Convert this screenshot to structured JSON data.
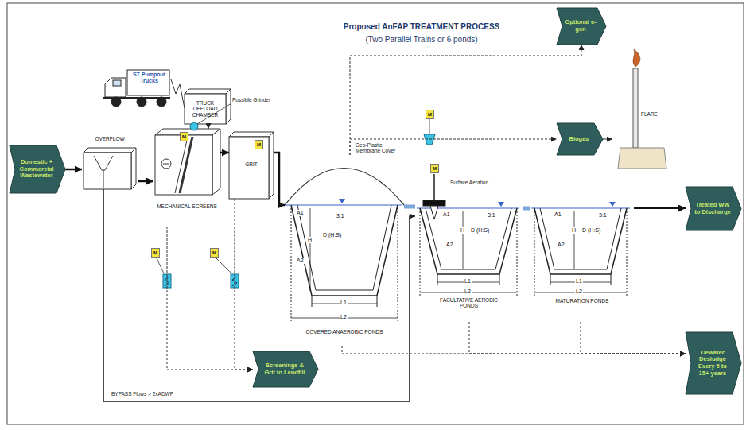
{
  "diagram": {
    "title": "Proposed AnFAP TREATMENT PROCESS",
    "nodes": [
      {
        "text": [
          "Domestic + Commercial Wastewater"
        ]
      },
      {
        "text": [
          "ST Pumpout Trucks"
        ]
      },
      {
        "text": [
          "OVERFLOW"
        ]
      },
      {
        "text": [
          "TRUCK OFFLOAD CHAMBER"
        ]
      },
      {
        "text": [
          "MECHANICAL SCREENS"
        ]
      },
      {
        "text": [
          "GRIT"
        ]
      },
      {
        "text": [
          "COVERED ANAEROBIC PONDS"
        ]
      },
      {
        "text": [
          "FACULTATIVE AEROBIC PONDS"
        ]
      },
      {
        "text": [
          "MATURATION PONDS"
        ]
      },
      {
        "text": [
          "Optional e-gen"
        ]
      },
      {
        "text": [
          "Biogas"
        ]
      },
      {
        "text": [
          "FLARE"
        ]
      },
      {
        "text": [
          "Treated WW to Discharge"
        ]
      },
      {
        "text": [
          "Screenings & Grit to Landfill"
        ]
      },
      {
        "text": [
          "Dewater Desludge Every 5 to 15+ years"
        ]
      }
    ],
    "edges": [
      {
        "from": 0,
        "to": 2,
        "arrow": "to"
      },
      {
        "from": 1,
        "to": 3,
        "arrow": "none"
      },
      {
        "from": 2,
        "to": 4,
        "arrow": "to"
      },
      {
        "from": 3,
        "to": 4,
        "arrow": "to"
      },
      {
        "from": 4,
        "to": 5,
        "arrow": "to"
      },
      {
        "from": 5,
        "to": 6,
        "arrow": "to"
      },
      {
        "from": 6,
        "to": 7,
        "arrow": "none"
      },
      {
        "from": 7,
        "to": 8,
        "arrow": "none"
      },
      {
        "from": 8,
        "to": 12,
        "arrow": "to"
      },
      {
        "from": 6,
        "to": 10,
        "arrow": "to"
      },
      {
        "from": 6,
        "to": 9,
        "arrow": "to"
      },
      {
        "from": 10,
        "to": 11,
        "arrow": "to"
      },
      {
        "from": 4,
        "to": 13,
        "arrow": "to"
      },
      {
        "from": 5,
        "to": 13,
        "arrow": "to"
      },
      {
        "from": 6,
        "to": 14,
        "arrow": "to"
      },
      {
        "from": 7,
        "to": 14,
        "arrow": "to"
      },
      {
        "from": 8,
        "to": 14,
        "arrow": "to"
      },
      {
        "from": 2,
        "to": 7,
        "arrow": "to"
      }
    ],
    "labels": [
      "(Two Parallel Trains or 6 ponds)",
      "Possible Grinder",
      "Geo-Plastic Membrane Cover",
      "Surface Aeration",
      "BYPASS Flows > 2xADWF",
      "M",
      "M",
      "M",
      "M",
      "M",
      "M",
      "A1",
      "3:1",
      "H",
      "D (H:S)",
      "A2",
      "L1",
      "L2",
      "A1",
      "3:1",
      "H",
      "D (H:S)",
      "A2",
      "L1",
      "L2",
      "A1",
      "3:1",
      "H",
      "D (H:S)",
      "A2",
      "L1",
      "L2"
    ]
  }
}
